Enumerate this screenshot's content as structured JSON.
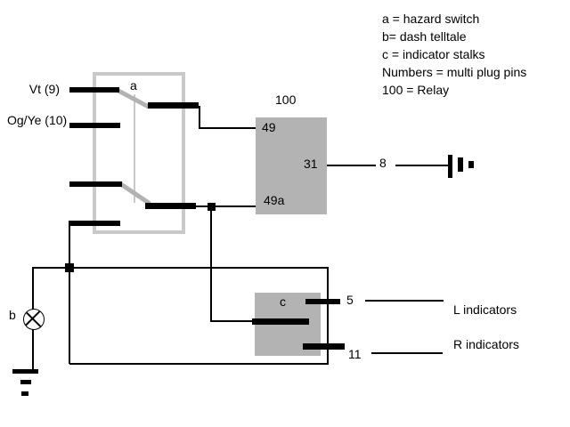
{
  "diagram": {
    "legend": {
      "line1": "a = hazard switch",
      "line2": "b= dash telltale",
      "line3": "c = indicator stalks",
      "line4": "Numbers = multi plug pins",
      "line5": "100 = Relay"
    },
    "wire_labels": {
      "vt": "Vt (9)",
      "ogye": "Og/Ye (10)"
    },
    "hazard_switch": {
      "label": "a"
    },
    "relay": {
      "title": "100",
      "pin49": "49",
      "pin31": "31",
      "pin49a": "49a"
    },
    "indicator_stalks": {
      "label": "c"
    },
    "plug_pins": {
      "pin8": "8",
      "pin5": "5",
      "pin11": "11"
    },
    "telltale": {
      "label": "b"
    },
    "outputs": {
      "left": "L indicators",
      "right": "R indicators"
    },
    "colors": {
      "background": "#ffffff",
      "box_fill": "#b3b3b3",
      "switch_border": "#c9c9c9",
      "switch_contact": "#b2b2b2",
      "wire": "#000000"
    }
  }
}
